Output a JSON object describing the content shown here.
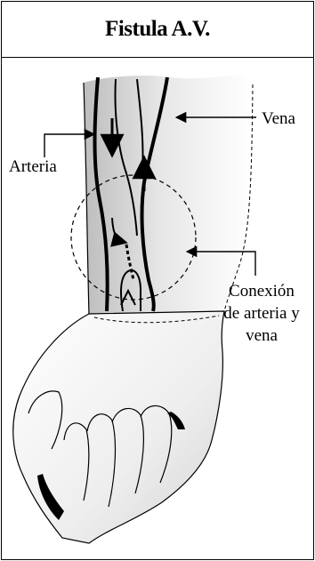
{
  "title": "Fistula A.V.",
  "labels": {
    "vein": "Vena",
    "artery": "Arteria",
    "connection_line1": "Conexión",
    "connection_line2": "de arteria y",
    "connection_line3": "vena"
  },
  "colors": {
    "ink": "#000000",
    "shade": "#c8c8c8",
    "background": "#ffffff"
  }
}
